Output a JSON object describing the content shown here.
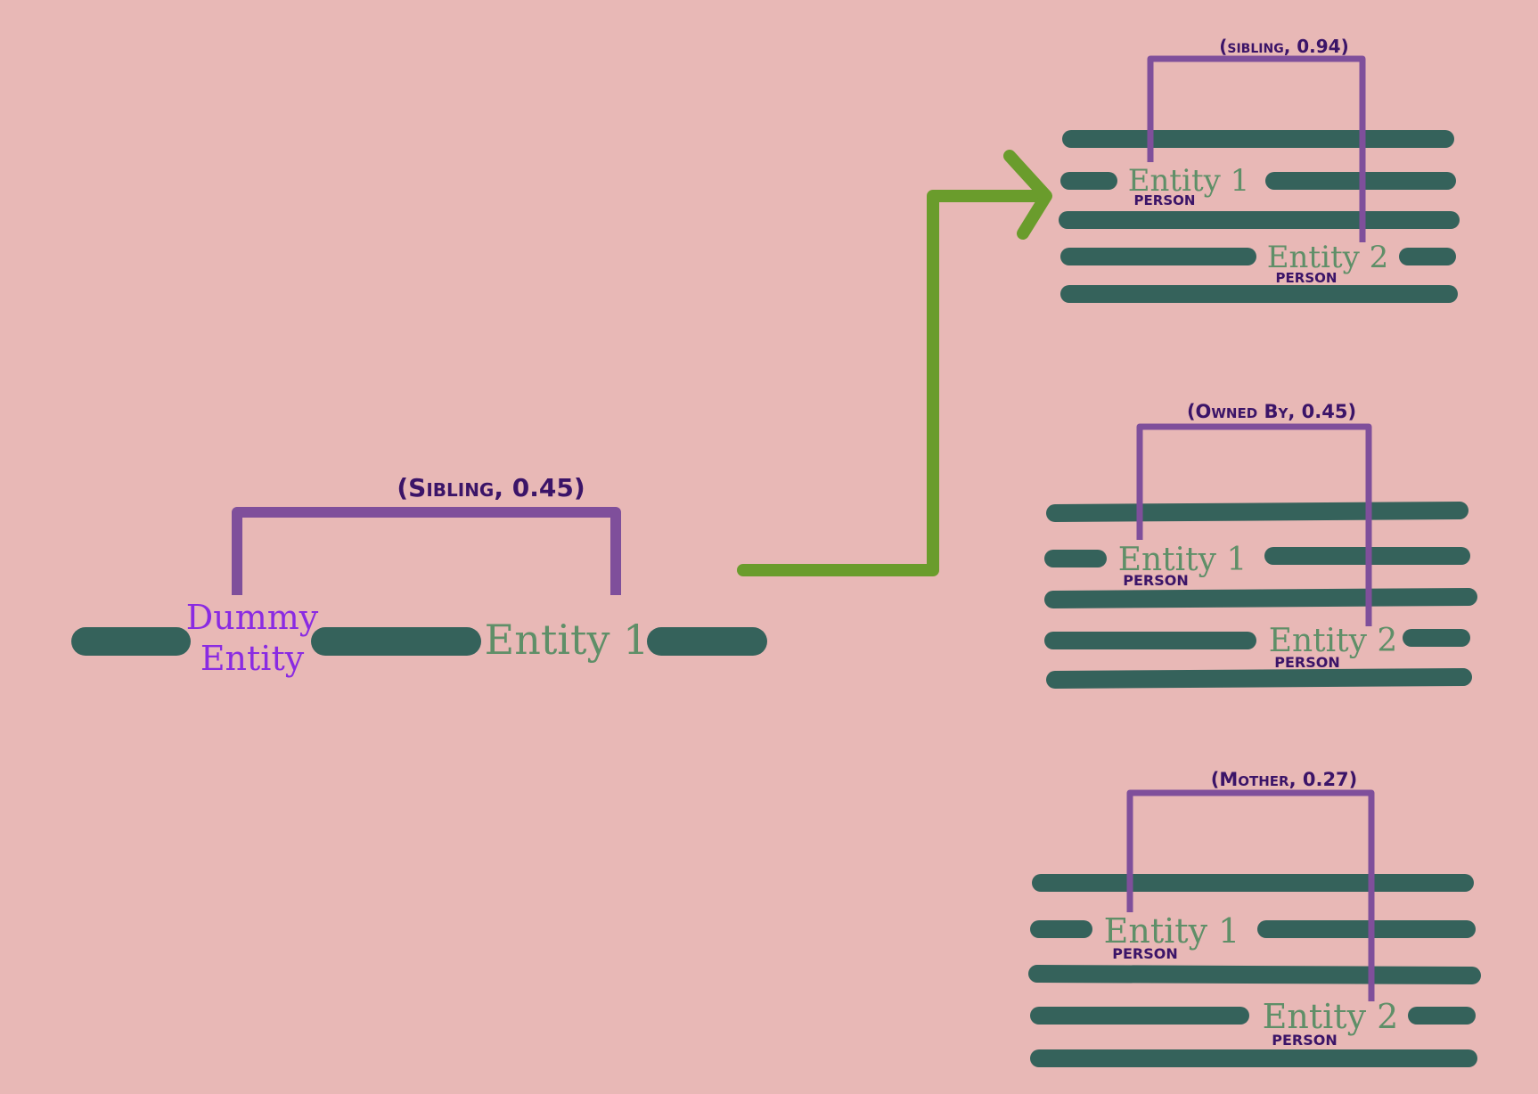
{
  "colors": {
    "background": "#e8b8b6",
    "text_line": "#35625b",
    "bracket": "#7f4f9b",
    "relation_text": "#3b1468",
    "entity_text": "#5f8f68",
    "dummy_text": "#8a2be2",
    "arrow": "#6a9c2c"
  },
  "left": {
    "relation": "(Sibling, 0.45)",
    "dummy_line1": "Dummy",
    "dummy_line2": "Entity",
    "entity": "Entity 1"
  },
  "panels": [
    {
      "relation": "(sibling, 0.94)",
      "entity1": "Entity 1",
      "type1": "PERSON",
      "entity2": "Entity 2",
      "type2": "PERSON"
    },
    {
      "relation": "(Owned By, 0.45)",
      "entity1": "Entity 1",
      "type1": "PERSON",
      "entity2": "Entity 2",
      "type2": "PERSON"
    },
    {
      "relation": "(Mother, 0.27)",
      "entity1": "Entity 1",
      "type1": "PERSON",
      "entity2": "Entity 2",
      "type2": "PERSON"
    }
  ]
}
